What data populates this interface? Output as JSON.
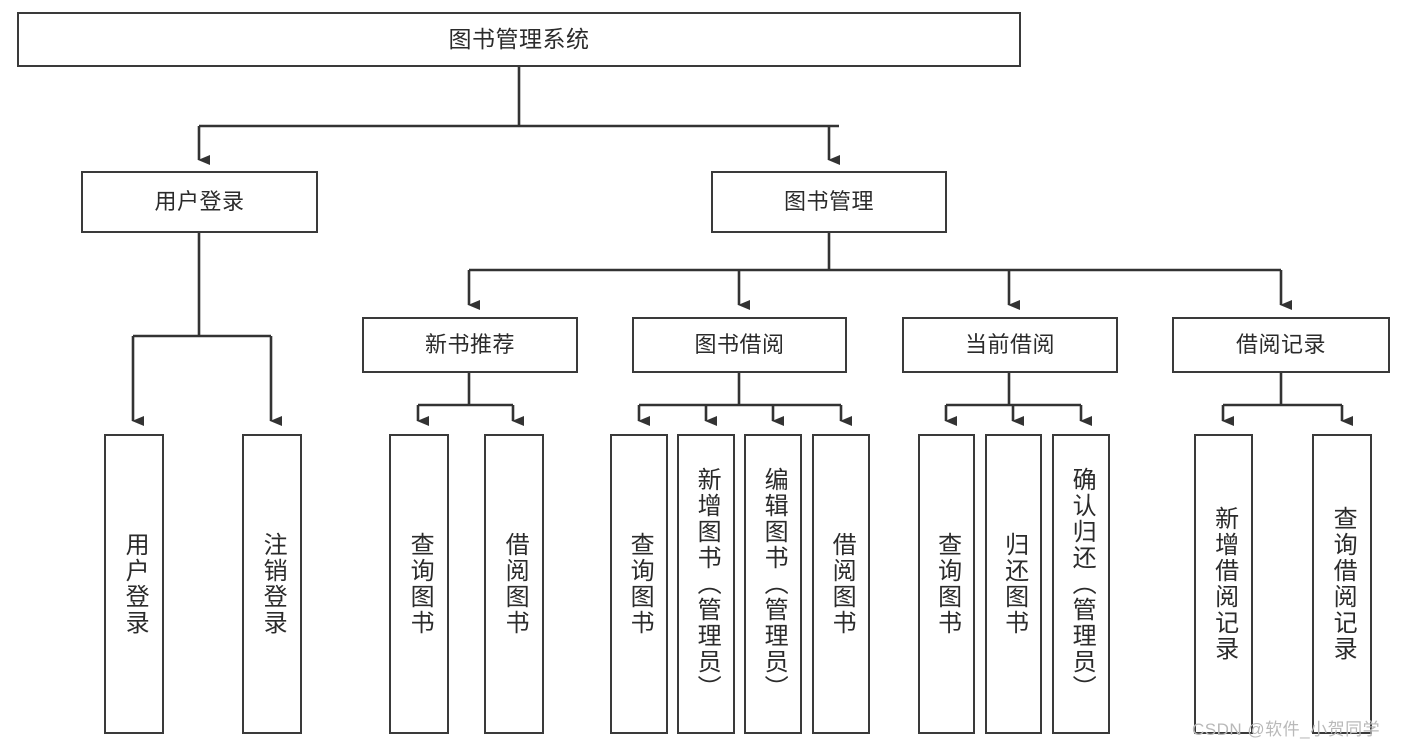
{
  "diagram": {
    "type": "tree",
    "title": "图书管理系统",
    "root": {
      "label": "图书管理系统"
    },
    "level2": [
      {
        "label": "用户登录"
      },
      {
        "label": "图书管理"
      }
    ],
    "level3": [
      {
        "label": "新书推荐"
      },
      {
        "label": "图书借阅"
      },
      {
        "label": "当前借阅"
      },
      {
        "label": "借阅记录"
      }
    ],
    "leaves": {
      "user_login": [
        {
          "label": "用户登录"
        },
        {
          "label": "注销登录"
        }
      ],
      "new_book_recommend": [
        {
          "label": "查询图书"
        },
        {
          "label": "借阅图书"
        }
      ],
      "book_borrow": [
        {
          "label": "查询图书"
        },
        {
          "label": "新增图书（管理员）"
        },
        {
          "label": "编辑图书（管理员）"
        },
        {
          "label": "借阅图书"
        }
      ],
      "current_borrow": [
        {
          "label": "查询图书"
        },
        {
          "label": "归还图书"
        },
        {
          "label": "确认归还（管理员）"
        }
      ],
      "borrow_records": [
        {
          "label": "新增借阅记录"
        },
        {
          "label": "查询借阅记录"
        }
      ]
    }
  },
  "watermark": {
    "text": "CSDN @软件_小贺同学"
  },
  "colors": {
    "border": "#3a3a3a",
    "text": "#2b2b2b",
    "background": "#ffffff",
    "wire": "#333333",
    "watermark": "#b9b9b9"
  }
}
